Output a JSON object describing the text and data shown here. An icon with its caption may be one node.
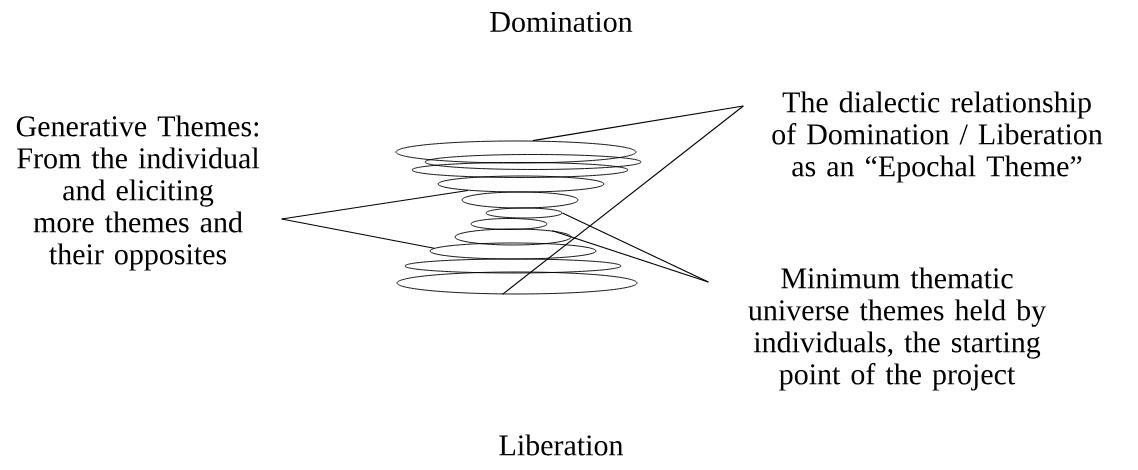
{
  "diagram": {
    "nodes": [
      {
        "text": [
          "The dialectic relationship of Domination / Liberation as an “Epochal Theme”"
        ]
      },
      {
        "text": [
          "Generative Themes: From the individual and eliciting more themes and their opposites"
        ]
      },
      {
        "text": [],
        "shape": "ellipse"
      },
      {
        "text": [],
        "shape": "ellipse"
      },
      {
        "text": [],
        "shape": "ellipse"
      },
      {
        "text": [],
        "shape": "ellipse"
      },
      {
        "text": [],
        "shape": "ellipse"
      },
      {
        "text": [],
        "shape": "ellipse"
      },
      {
        "text": [],
        "shape": "ellipse"
      },
      {
        "text": [],
        "shape": "ellipse"
      },
      {
        "text": [],
        "shape": "ellipse"
      },
      {
        "text": [],
        "shape": "ellipse"
      },
      {
        "text": [],
        "shape": "ellipse"
      },
      {
        "text": [
          "Minimum thematic universe themes held by individuals, the starting point of the project"
        ]
      }
    ],
    "edges": [
      {
        "from": 1,
        "to": 5,
        "arrow": "none"
      },
      {
        "from": 1,
        "to": 10,
        "arrow": "none"
      },
      {
        "from": 0,
        "to": 2,
        "arrow": "none"
      },
      {
        "from": 0,
        "to": 12,
        "arrow": "none"
      },
      {
        "from": 13,
        "to": 7,
        "arrow": "none"
      },
      {
        "from": 13,
        "to": 9,
        "arrow": "none"
      }
    ],
    "labels": [
      "Domination",
      "Liberation"
    ]
  }
}
